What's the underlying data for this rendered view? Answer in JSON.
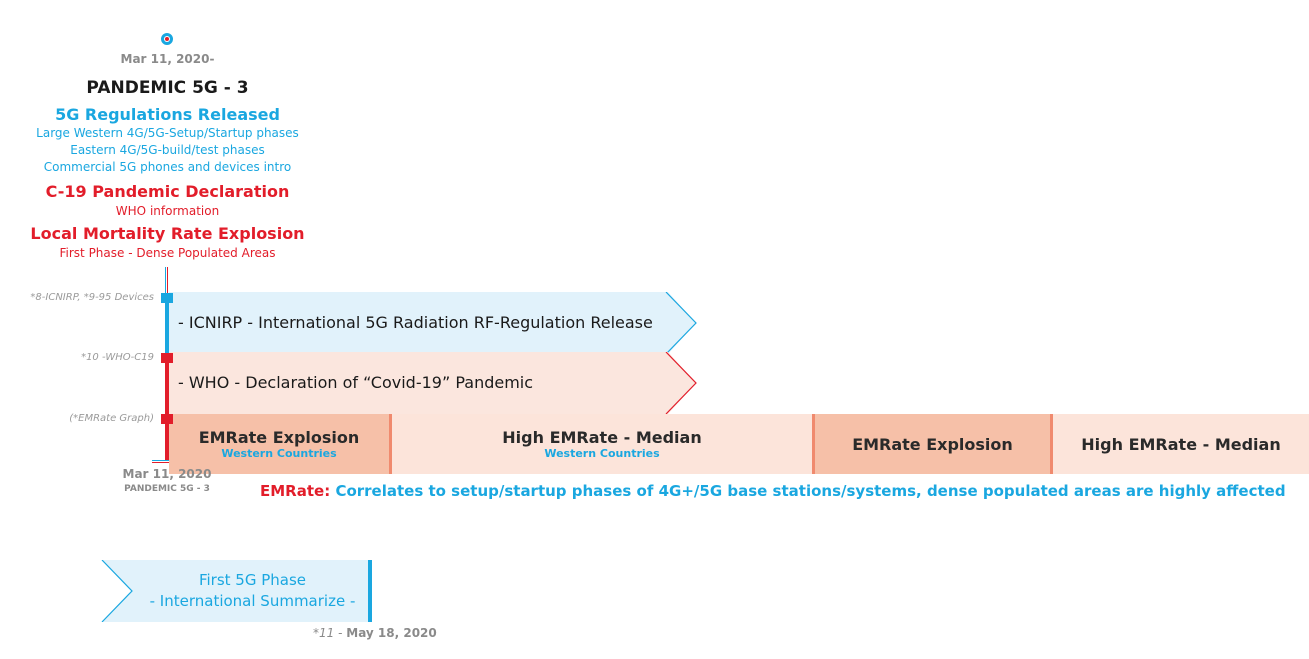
{
  "header": {
    "date": "Mar 11, 2020-",
    "title": "PANDEMIC 5G - 3",
    "regulations": {
      "heading": "5G Regulations Released",
      "lines": [
        "Large Western 4G/5G-Setup/Startup phases",
        "Eastern 4G/5G-build/test phases",
        "Commercial 5G phones and devices intro"
      ]
    },
    "declaration": {
      "heading": "C-19 Pandemic Declaration",
      "line": "WHO information"
    },
    "mortality": {
      "heading": "Local Mortality Rate Explosion",
      "line": "First Phase - Dense Populated Areas"
    }
  },
  "side_labels": {
    "icnirp": "*8-ICNIRP, *9-95 Devices",
    "who": "*10 -WHO-C19",
    "emrate": "(*EMRate Graph)"
  },
  "bands": {
    "icnirp": "- ICNIRP - International 5G Radiation RF-Regulation Release",
    "who": "- WHO - Declaration of “Covid-19” Pandemic"
  },
  "emrate_cells": [
    {
      "title": "EMRate Explosion",
      "sub": "Western Countries"
    },
    {
      "title": "High EMRate - Median",
      "sub": "Western Countries"
    },
    {
      "title": "EMRate Explosion",
      "sub": ""
    },
    {
      "title": "High EMRate - Median",
      "sub": ""
    }
  ],
  "footer": {
    "date": "Mar 11, 2020",
    "title": "PANDEMIC 5G - 3",
    "note_key": "EMRate:",
    "note_text": "Correlates to setup/startup phases of 4G+/5G base stations/systems, dense populated areas are highly affected"
  },
  "phase": {
    "line1": "First 5G Phase",
    "line2": "- International Summarize -",
    "ref": "*11",
    "ref_sep": " - ",
    "date": "May 18, 2020"
  },
  "colors": {
    "blue": "#1aa7e0",
    "red": "#e21d2a",
    "band_blue": "#e1f2fb",
    "band_peach": "#fbe6de",
    "emrate_strong": "#f6c0a8",
    "emrate_light": "#fce4da",
    "divider": "#f08a6e"
  }
}
